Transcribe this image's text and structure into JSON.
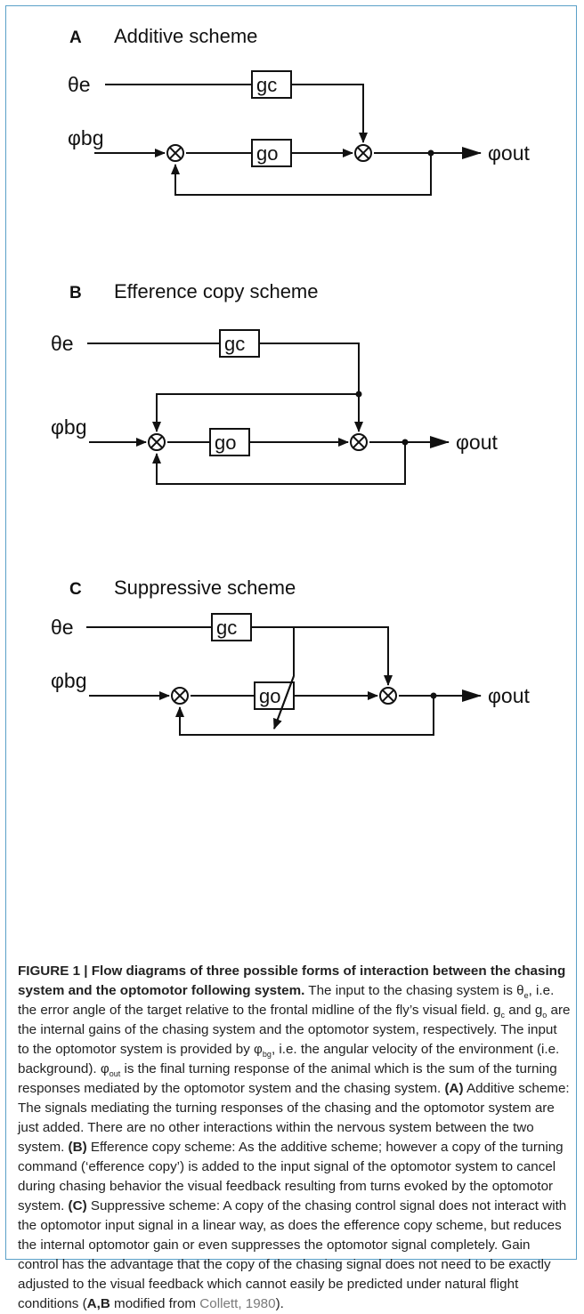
{
  "panels": [
    {
      "letter": "A",
      "title": "Additive scheme",
      "input_theta": "θe",
      "input_phi": "φbg",
      "output": "φout",
      "gain_c": "gc",
      "gain_o": "go"
    },
    {
      "letter": "B",
      "title": "Efference copy scheme",
      "input_theta": "θe",
      "input_phi": "φbg",
      "output": "φout",
      "gain_c": "gc",
      "gain_o": "go"
    },
    {
      "letter": "C",
      "title": "Suppressive scheme",
      "input_theta": "θe",
      "input_phi": "φbg",
      "output": "φout",
      "gain_c": "gc",
      "gain_o": "go"
    }
  ],
  "caption": {
    "heading": "FIGURE 1 | Flow diagrams of three possible forms of interaction between the chasing system and the optomotor following system.",
    "s1a": " The input to the chasing system is θ",
    "s1_sub": "e",
    "s1b": ", i.e. the error angle of the target relative to the frontal midline of the fly’s visual field. g",
    "s2_sub1": "c",
    "s2a": " and g",
    "s2_sub2": "o",
    "s2b": " are the internal gains of the chasing system and the optomotor system, respectively. The input to the optomotor system is provided by φ",
    "s3_sub": "bg",
    "s3a": ", i.e. the angular velocity of the environment (i.e. background). φ",
    "s4_sub": "out",
    "s4a": " is the final turning response of the animal which is the sum of the turning responses mediated by the optomotor system and the chasing system. ",
    "a_label": "(A)",
    "a_text": " Additive scheme: The signals mediating the turning responses of the chasing and the optomotor system are just added. There are no other interactions within the nervous system between the two system. ",
    "b_label": "(B)",
    "b_text": " Efference copy scheme: As the additive scheme; however a copy of the turning command (‘efference copy’) is added to the input signal of the optomotor system to cancel during chasing behavior the visual feedback resulting from turns evoked by the optomotor system. ",
    "c_label": "(C)",
    "c_text": " Suppressive scheme: A copy of the chasing control signal does not interact with the optomotor input signal in a linear way, as does the efference copy scheme, but reduces the internal optomotor gain or even suppresses the optomotor signal completely. Gain control has the advantage that the copy of the chasing signal does not need to be exactly adjusted to the visual feedback which cannot easily be predicted under natural flight conditions (",
    "ab_label": "A,B",
    "mod_text": " modified from ",
    "cite": "Collett, 1980",
    "end": ")."
  }
}
